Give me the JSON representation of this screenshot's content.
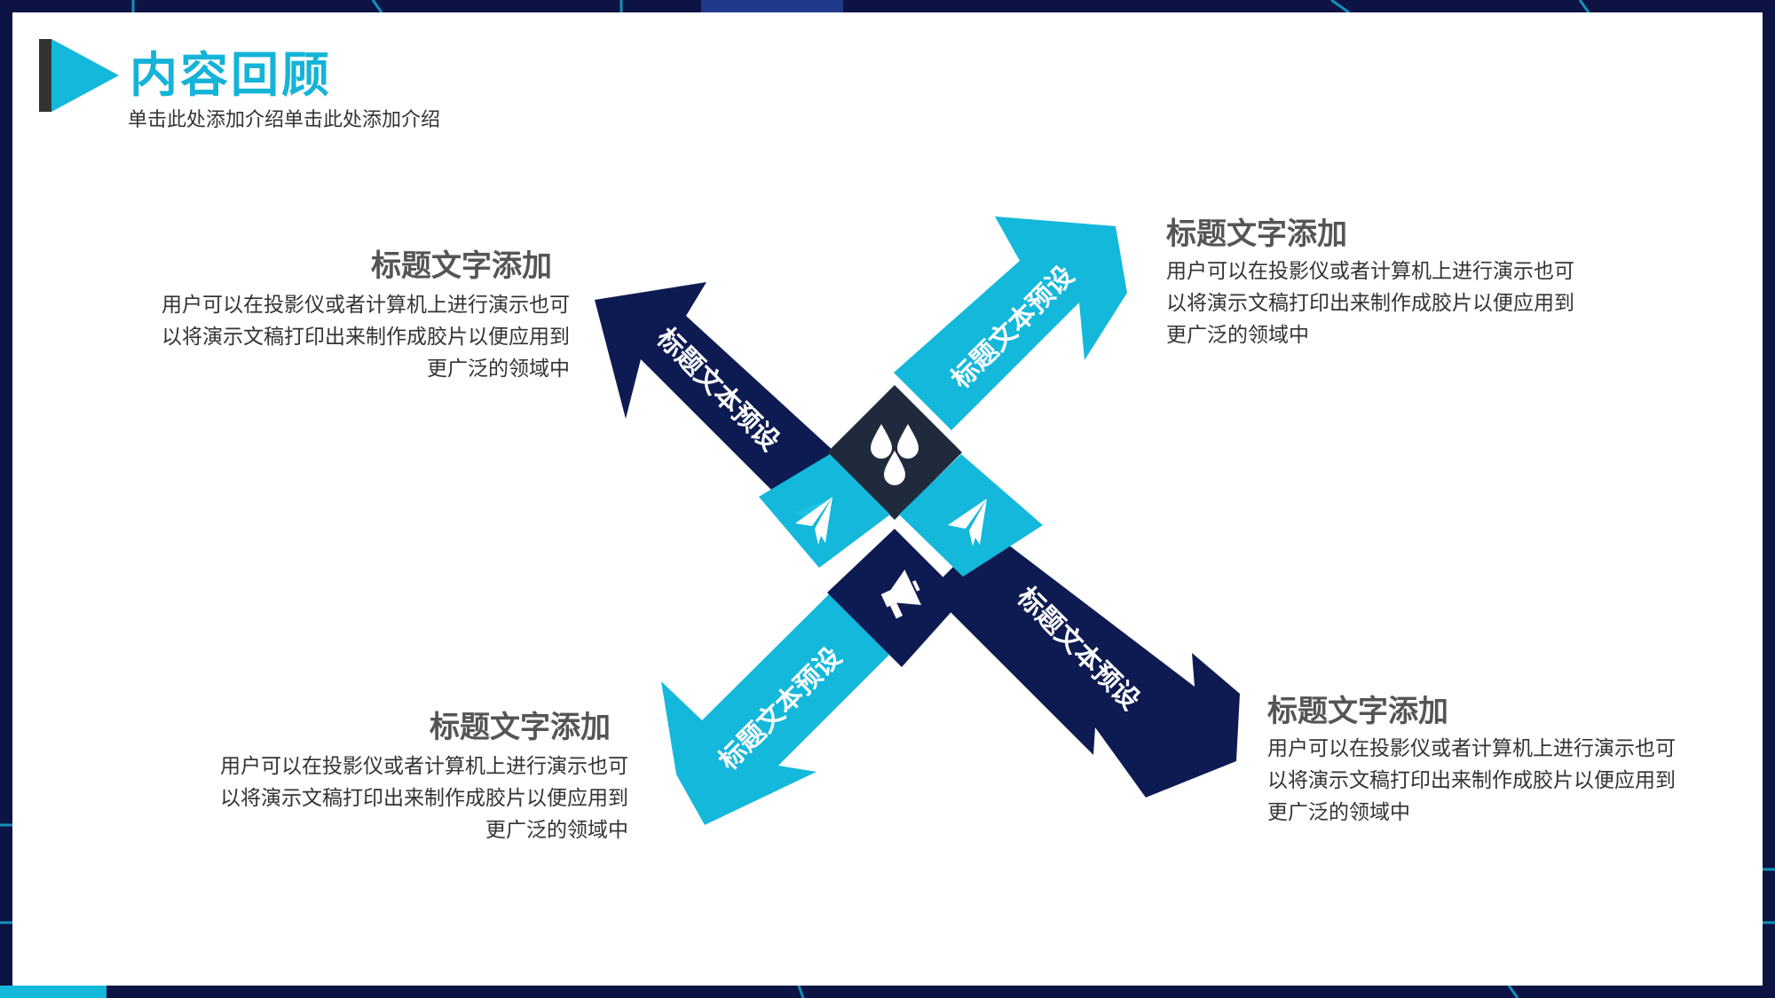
{
  "header": {
    "title": "内容回顾",
    "subtitle": "单击此处添加介绍单击此处添加介绍"
  },
  "colors": {
    "cyan": "#14b8db",
    "navy": "#0e1b52",
    "dark": "#1f2a3d",
    "frame": "#0d1444",
    "title": "#14b3d8"
  },
  "arrows": {
    "top_left": "标题文本预设",
    "top_right": "标题文本预设",
    "bottom_left": "标题文本预设",
    "bottom_right": "标题文本预设"
  },
  "icons": {
    "top": "water-drops-icon",
    "left": "paper-plane-icon",
    "right": "paper-plane-icon",
    "bottom": "megaphone-icon"
  },
  "blocks": {
    "top_left": {
      "title": "标题文字添加",
      "line1": "用户可以在投影仪或者计算机上进行演示也可",
      "line2": "以将演示文稿打印出来制作成胶片以便应用到",
      "line3": "更广泛的领域中"
    },
    "top_right": {
      "title": "标题文字添加",
      "line1": "用户可以在投影仪或者计算机上进行演示也可",
      "line2": "以将演示文稿打印出来制作成胶片以便应用到",
      "line3": "更广泛的领域中"
    },
    "bottom_left": {
      "title": "标题文字添加",
      "line1": "用户可以在投影仪或者计算机上进行演示也可",
      "line2": "以将演示文稿打印出来制作成胶片以便应用到",
      "line3": "更广泛的领域中"
    },
    "bottom_right": {
      "title": "标题文字添加",
      "line1": "用户可以在投影仪或者计算机上进行演示也可",
      "line2": "以将演示文稿打印出来制作成胶片以便应用到",
      "line3": "更广泛的领域中"
    }
  }
}
